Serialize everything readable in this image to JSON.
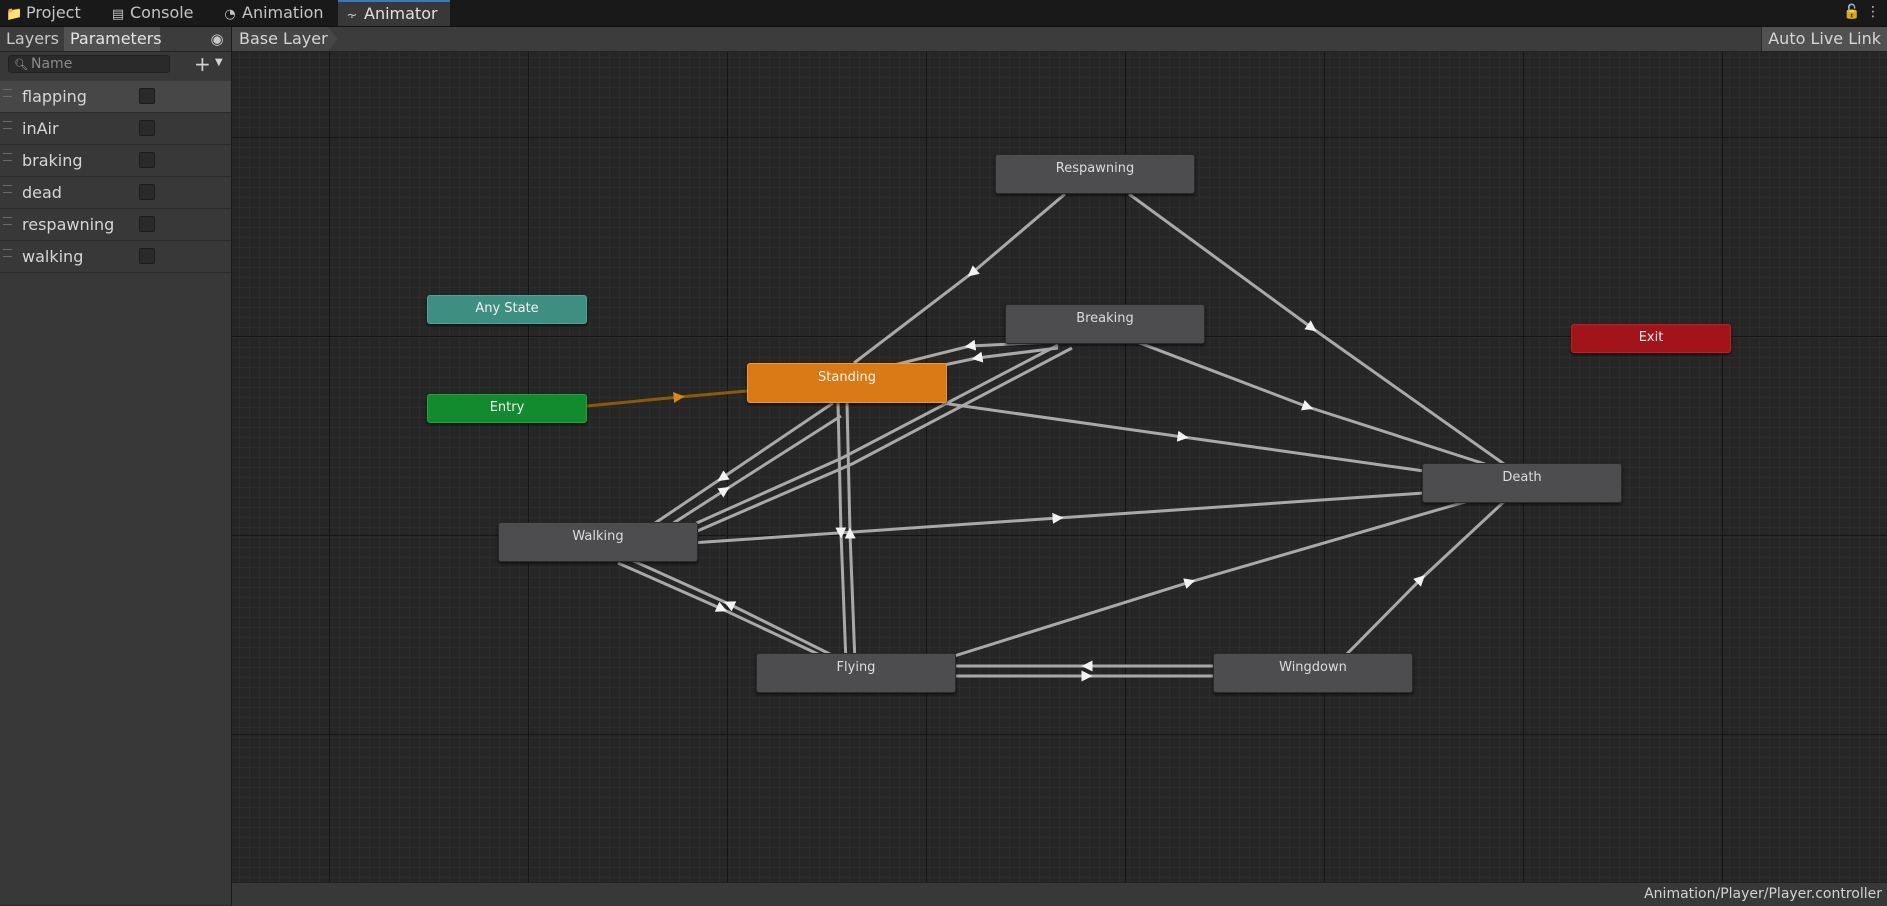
{
  "tabs": [
    {
      "label": "Project",
      "icon": "folder-icon"
    },
    {
      "label": "Console",
      "icon": "console-icon"
    },
    {
      "label": "Animation",
      "icon": "animation-clock-icon"
    },
    {
      "label": "Animator",
      "icon": "animator-graph-icon",
      "active": true
    }
  ],
  "left_panel": {
    "tabs": [
      {
        "label": "Layers"
      },
      {
        "label": "Parameters",
        "selected": true
      }
    ],
    "search_placeholder": "Name",
    "parameters": [
      {
        "name": "flapping",
        "type": "bool",
        "checked": false,
        "selected": true
      },
      {
        "name": "inAir",
        "type": "bool",
        "checked": false
      },
      {
        "name": "braking",
        "type": "bool",
        "checked": false
      },
      {
        "name": "dead",
        "type": "bool",
        "checked": false
      },
      {
        "name": "respawning",
        "type": "bool",
        "checked": false
      },
      {
        "name": "walking",
        "type": "bool",
        "checked": false
      }
    ]
  },
  "graph": {
    "breadcrumb": "Base Layer",
    "auto_live_link": "Auto Live Link",
    "states": {
      "any_state": "Any State",
      "entry": "Entry",
      "exit": "Exit",
      "standing": "Standing",
      "respawning": "Respawning",
      "breaking": "Breaking",
      "walking": "Walking",
      "flying": "Flying",
      "wingdown": "Wingdown",
      "death": "Death"
    },
    "default_state": "Standing",
    "colors": {
      "default_state": "#d97a14",
      "any_state": "#3e8e82",
      "entry": "#128a2e",
      "exit": "#a3141a",
      "transition": "#a9a9a9",
      "entry_transition": "#8a5a08"
    }
  },
  "status_bar": {
    "path": "Animation/Player/Player.controller"
  }
}
